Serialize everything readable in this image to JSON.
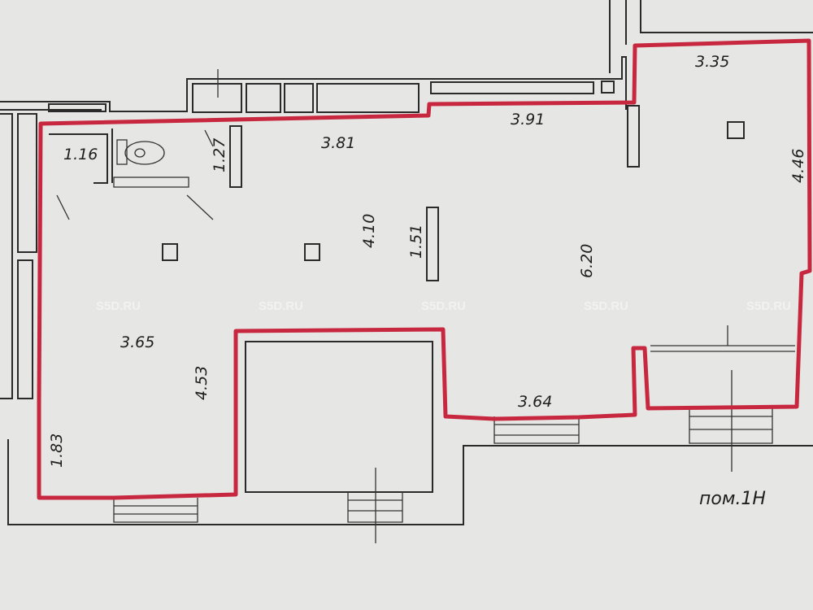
{
  "plan": {
    "room_label": "пом.1Н",
    "outline_color": "#c8283f",
    "dimensions": {
      "top_right_width": "3.35",
      "top_middle_width": "3.91",
      "top_left_width": "3.81",
      "bathroom_width": "1.16",
      "bathroom_door": "1.27",
      "right_height": "4.46",
      "center_height": "4.10",
      "partition_length": "1.51",
      "main_height": "6.20",
      "left_width": "3.65",
      "left_height": "4.53",
      "bottom_width": "3.64",
      "bottom_left_height": "1.83"
    },
    "watermarks": [
      "S5D.RU",
      "S5D.RU",
      "S5D.RU",
      "S5D.RU",
      "S5D.RU"
    ]
  }
}
